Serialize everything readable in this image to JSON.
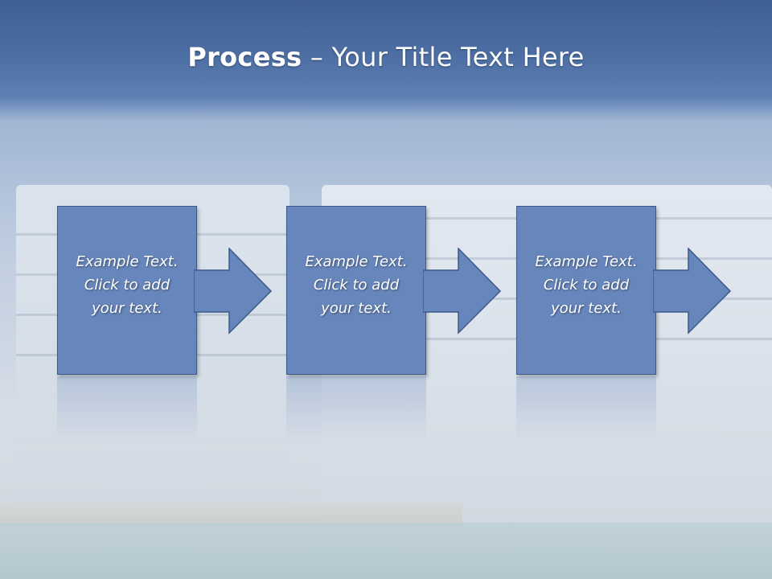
{
  "title": {
    "bold": "Process",
    "rest": " – Your Title Text Here"
  },
  "steps": [
    {
      "line1": "Example Text.",
      "line2": "Click  to add",
      "line3": "your text."
    },
    {
      "line1": "Example Text.",
      "line2": "Click  to add",
      "line3": "your text."
    },
    {
      "line1": "Example Text.",
      "line2": "Click  to add",
      "line3": "your text."
    }
  ],
  "colors": {
    "title_bar": "#4c6ea3",
    "box_fill": "#6786bb",
    "box_border": "#3d5a87"
  }
}
